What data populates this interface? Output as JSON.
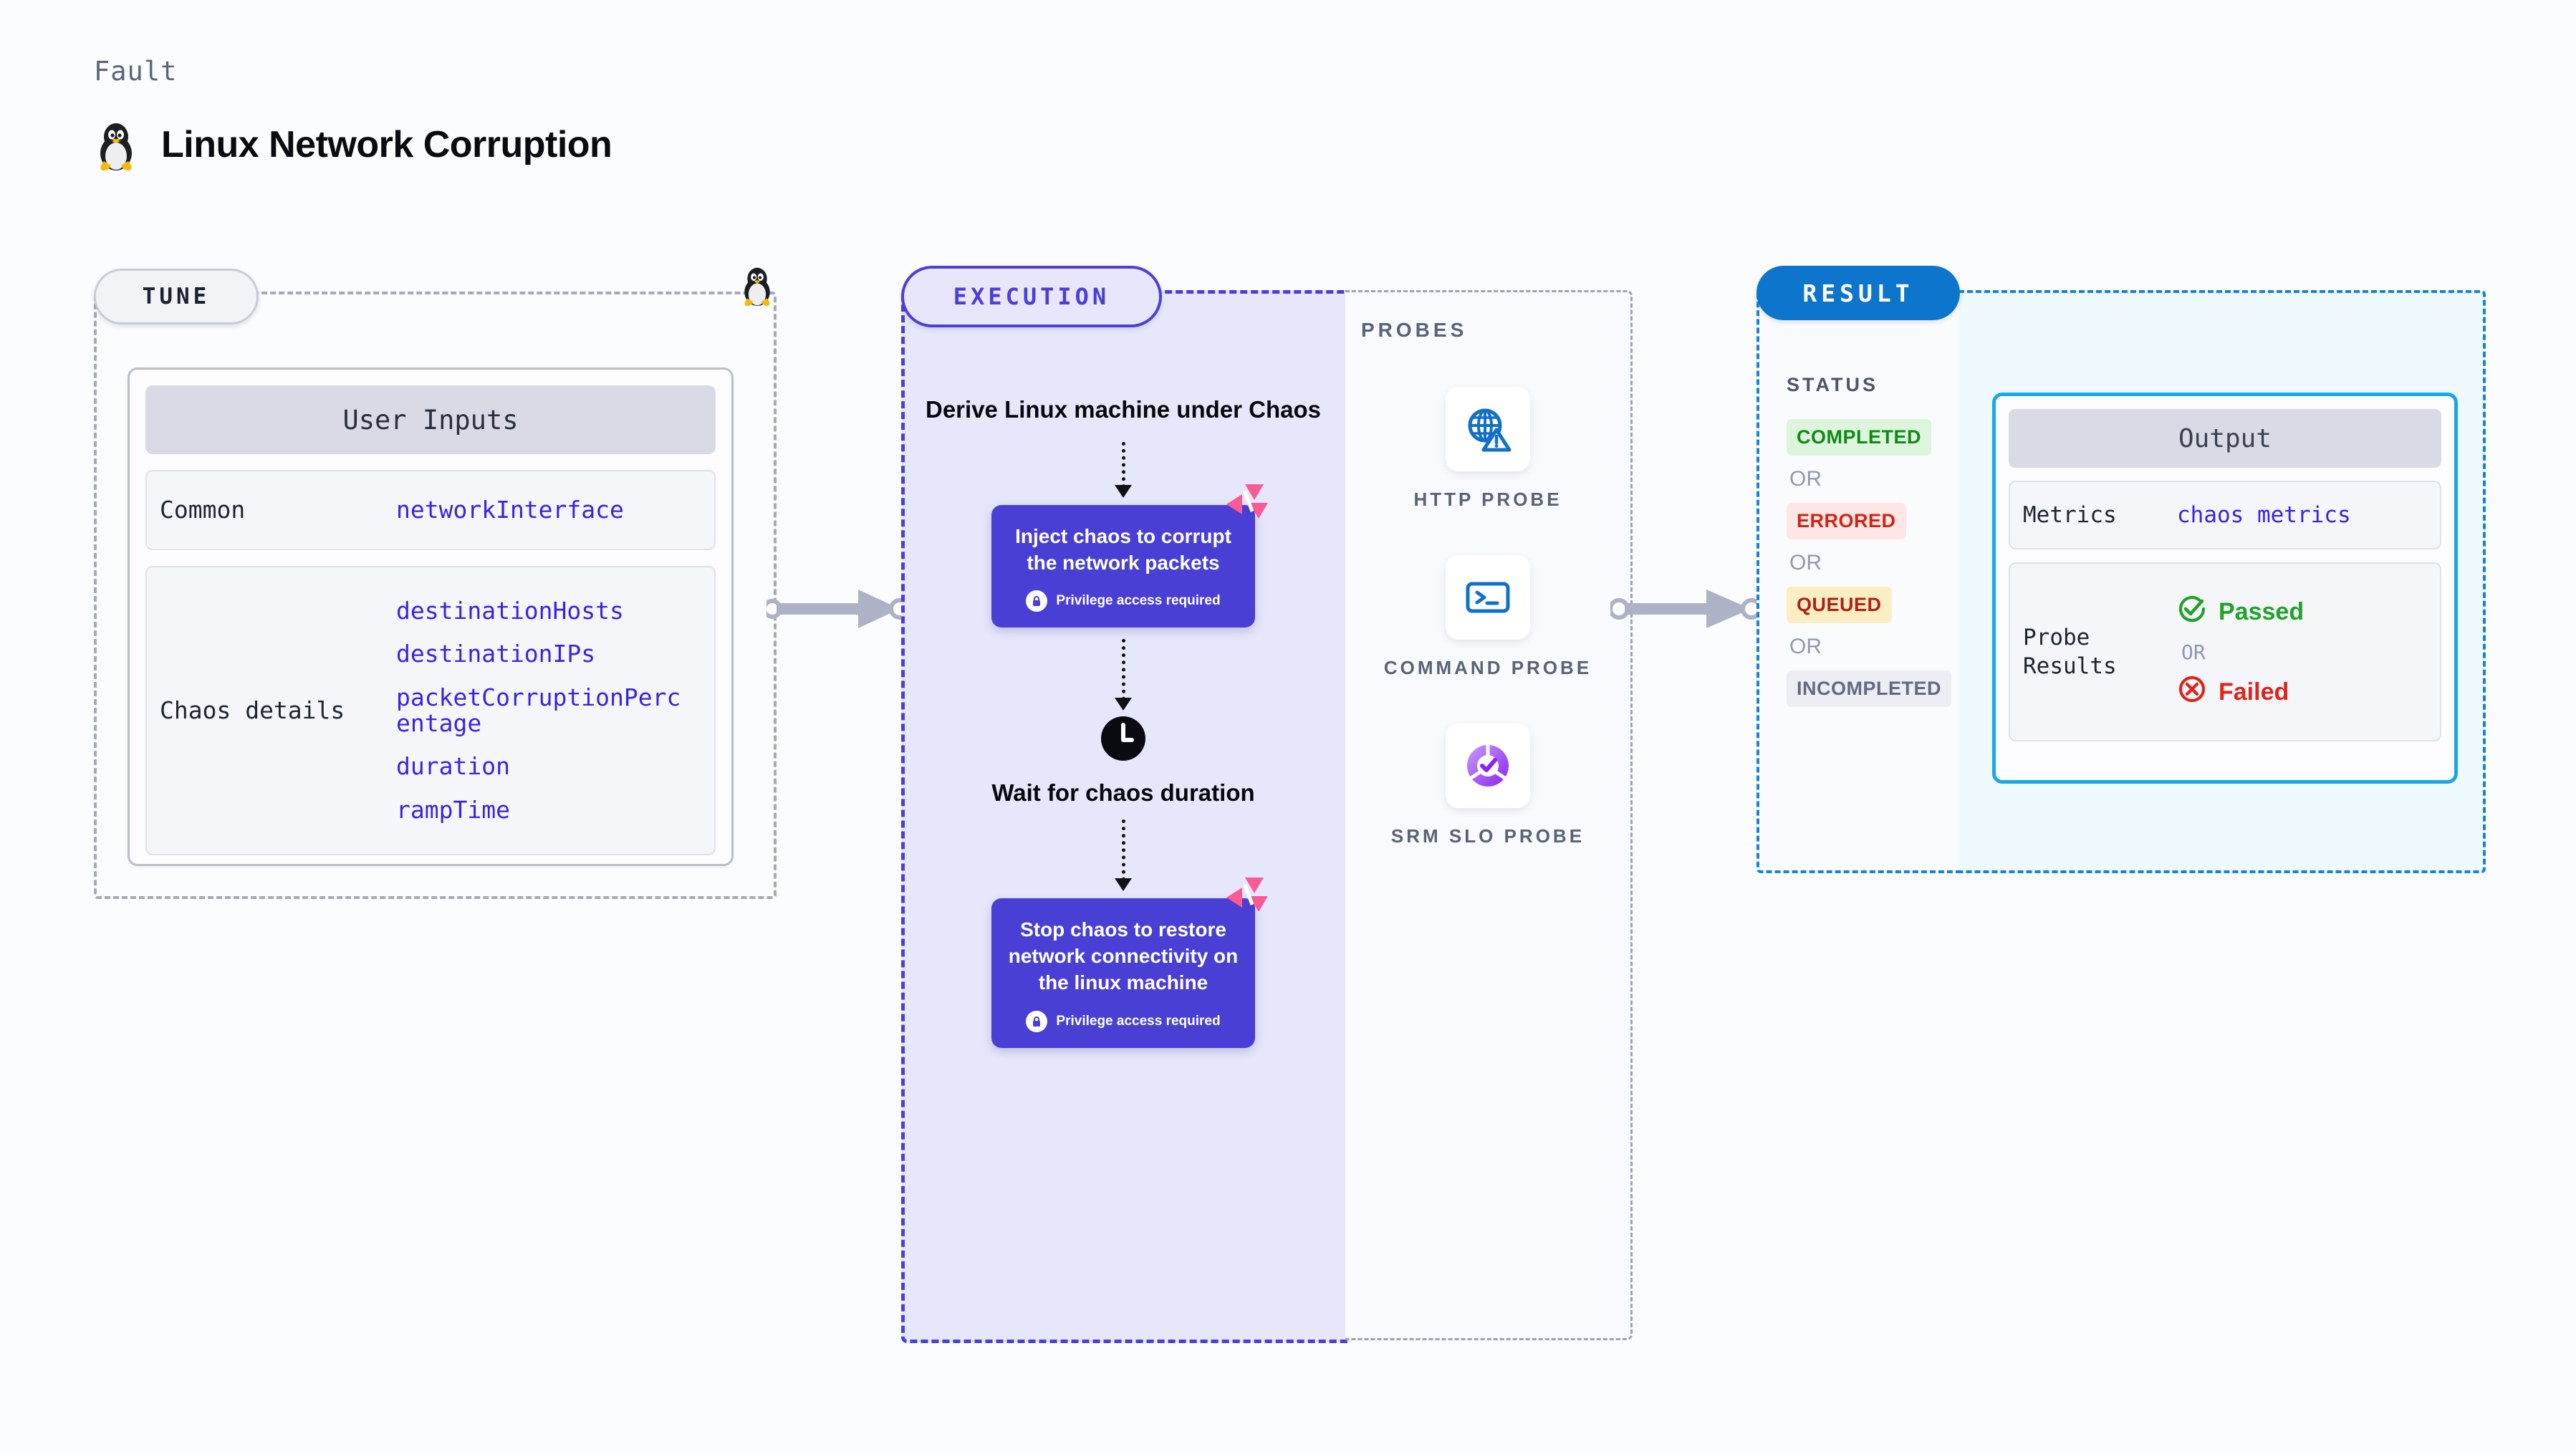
{
  "header": {
    "kicker": "Fault",
    "title": "Linux Network Corruption",
    "icon": "tux-penguin-icon"
  },
  "tune": {
    "pill_label": "TUNE",
    "card_title": "User Inputs",
    "rows": [
      {
        "label": "Common",
        "values": [
          "networkInterface"
        ]
      },
      {
        "label": "Chaos details",
        "values": [
          "destinationHosts",
          "destinationIPs",
          "packetCorruptionPercentage",
          "duration",
          "rampTime"
        ]
      }
    ]
  },
  "execution": {
    "pill_label": "EXECUTION",
    "start_label": "Derive Linux machine under Chaos",
    "inject_card": {
      "text": "Inject chaos to corrupt the network packets",
      "note": "Privilege access required",
      "badge_icon": "litmus-logo-icon",
      "lock_icon": "lock-icon"
    },
    "wait_label": "Wait for chaos duration",
    "wait_icon": "clock-icon",
    "stop_card": {
      "text": "Stop chaos to restore network connectivity on the linux machine",
      "note": "Privilege access required",
      "badge_icon": "litmus-logo-icon",
      "lock_icon": "lock-icon"
    }
  },
  "probes": {
    "title": "PROBES",
    "items": [
      {
        "label": "HTTP PROBE",
        "icon": "globe-warning-icon"
      },
      {
        "label": "COMMAND PROBE",
        "icon": "terminal-icon"
      },
      {
        "label": "SRM SLO PROBE",
        "icon": "slo-donut-check-icon"
      }
    ]
  },
  "result": {
    "pill_label": "RESULT",
    "status_title": "STATUS",
    "or_label": "OR",
    "statuses": [
      {
        "label": "COMPLETED",
        "bg": "#dcf5dc",
        "fg": "#0f8a17"
      },
      {
        "label": "ERRORED",
        "bg": "#fde7e5",
        "fg": "#d02418"
      },
      {
        "label": "QUEUED",
        "bg": "#fbeec2",
        "fg": "#b02014"
      },
      {
        "label": "INCOMPLETED",
        "bg": "#eceef4",
        "fg": "#616a80"
      }
    ],
    "output": {
      "card_title": "Output",
      "metrics_label": "Metrics",
      "metrics_value": "chaos metrics",
      "probe_results_label": "Probe Results",
      "passed_label": "Passed",
      "failed_label": "Failed",
      "or_label": "OR",
      "passed_icon": "check-circle-icon",
      "failed_icon": "x-circle-icon"
    }
  },
  "colors": {
    "accent_purple": "#4a3fd4",
    "accent_blue": "#0e75cd",
    "accent_cyan": "#19a7e8",
    "litmus_pink": "#f85b96",
    "value_blue": "#3a23e0",
    "pass_green": "#21a229",
    "fail_red": "#e0241a"
  }
}
